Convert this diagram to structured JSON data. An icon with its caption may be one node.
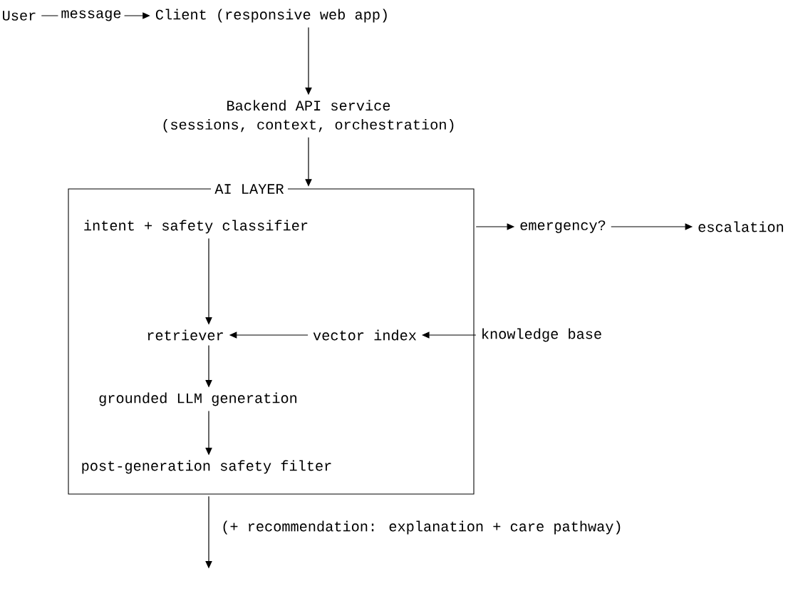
{
  "diagram": {
    "nodes": [
      {
        "text": [
          "User"
        ]
      },
      {
        "text": [
          "Client (responsive web app)"
        ]
      },
      {
        "text": [
          "Backend API service",
          "(sessions, context, orchestration)"
        ]
      },
      {
        "text": [
          "AI LAYER"
        ]
      },
      {
        "text": [
          "intent + safety classifier"
        ],
        "in": 3
      },
      {
        "text": [
          "emergency?"
        ]
      },
      {
        "text": [
          "escalation"
        ]
      },
      {
        "text": [
          "retriever"
        ],
        "in": 3
      },
      {
        "text": [
          "vector index"
        ],
        "in": 3
      },
      {
        "text": [
          "knowledge base"
        ]
      },
      {
        "text": [
          "grounded LLM generation"
        ],
        "in": 3
      },
      {
        "text": [
          "post-generation safety filter"
        ],
        "in": 3
      }
    ],
    "edges": [
      {
        "from": 0,
        "to": 1,
        "arrow": "to",
        "label": "message"
      },
      {
        "from": 1,
        "to": 2,
        "arrow": "to"
      },
      {
        "from": 2,
        "to": 3,
        "arrow": "to"
      },
      {
        "from": 3,
        "to": 5,
        "arrow": "to"
      },
      {
        "from": 5,
        "to": 6,
        "arrow": "to"
      },
      {
        "from": 4,
        "to": 7,
        "arrow": "to"
      },
      {
        "from": 8,
        "to": 7,
        "arrow": "to"
      },
      {
        "from": 9,
        "to": 8,
        "arrow": "to"
      },
      {
        "from": 7,
        "to": 10,
        "arrow": "to"
      },
      {
        "from": 10,
        "to": 11,
        "arrow": "to"
      },
      {
        "from": 3,
        "to": null,
        "arrow": "to",
        "label": "(+ recommendation: explanation + care pathway)"
      }
    ]
  }
}
